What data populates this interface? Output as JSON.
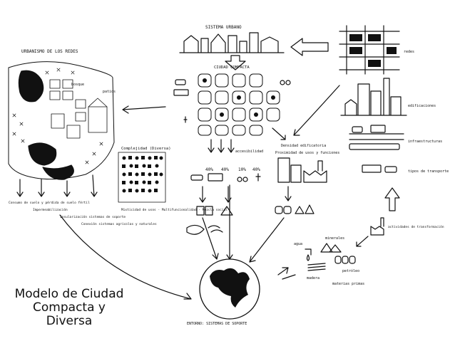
{
  "caption": {
    "line1": "Modelo de Ciudad",
    "line2": "Compacta y",
    "line3": "Diversa"
  },
  "labels": {
    "urbanismo": "URBANISMO DE LOS REDES",
    "sistema_urbano": "SISTEMA URBANO",
    "ciudad_compacta": "CIUDAD COMPACTA",
    "redes": "redes",
    "edificaciones": "edificaciones",
    "infraestructuras": "infraestructuras",
    "tipos_transporte": "tipos de transporte",
    "complejidad": "Complejidad (Diversa)",
    "densidad": "Densidad edificatoria",
    "proximidad": "Proximidad de usos y funciones",
    "accesibilidad": "accesibilidad",
    "patios": "patios",
    "bosque": "bosque",
    "pct1": "40%",
    "pct2": "40%",
    "pct3": "10%",
    "pct4": "40%",
    "agua": "agua",
    "minerales": "minerales",
    "actividades": "actividades de transformación",
    "materia_prima": "materias primas",
    "madera": "madera",
    "petroleo": "petróleo",
    "entorno": "ENTORNO: SISTEMAS DE SOPORTE",
    "consumo_suelo": "Consumo de suelo y pérdida de suelo fértil",
    "impermeabilizacion": "Impermeabilización",
    "insularizacion": "Insularización sistemas de soporte",
    "conexion": "Conexión sistemas agrícolas y naturales",
    "mixticidad": "Mixticidad de usos · Multifuncionalidad · Mezcla social"
  }
}
